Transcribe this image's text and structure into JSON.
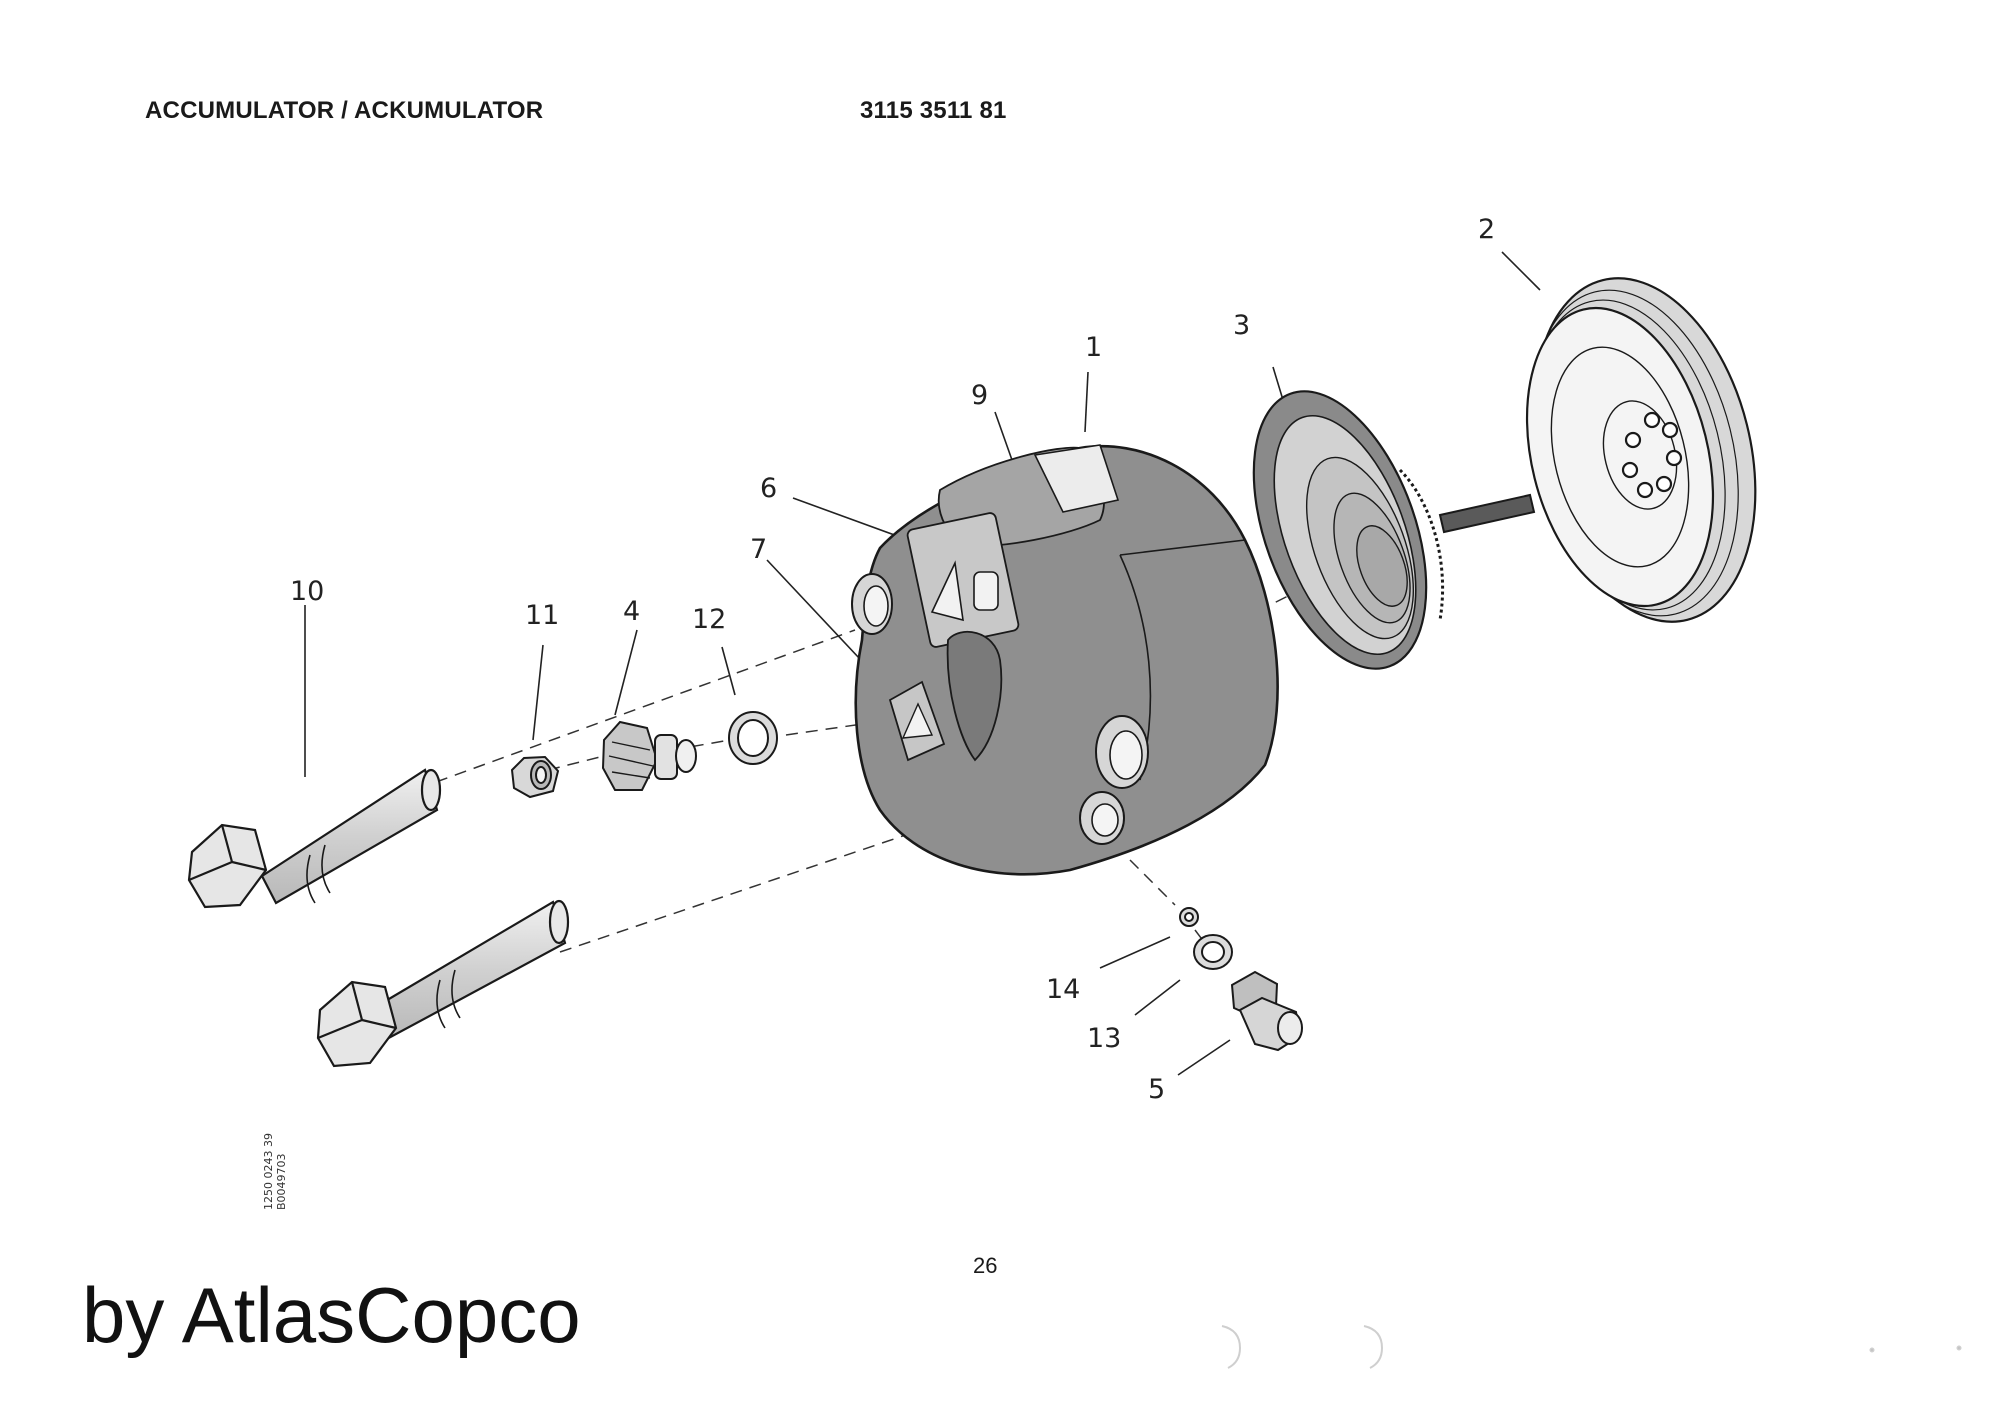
{
  "header": {
    "title": "ACCUMULATOR / ACKUMULATOR",
    "part_number": "3115 3511 81"
  },
  "callouts": [
    {
      "id": "c1",
      "label": "1"
    },
    {
      "id": "c2",
      "label": "2"
    },
    {
      "id": "c3",
      "label": "3"
    },
    {
      "id": "c4",
      "label": "4"
    },
    {
      "id": "c5",
      "label": "5"
    },
    {
      "id": "c6",
      "label": "6"
    },
    {
      "id": "c7",
      "label": "7"
    },
    {
      "id": "c9",
      "label": "9"
    },
    {
      "id": "c10",
      "label": "10"
    },
    {
      "id": "c11",
      "label": "11"
    },
    {
      "id": "c12",
      "label": "12"
    },
    {
      "id": "c13",
      "label": "13"
    },
    {
      "id": "c14",
      "label": "14"
    }
  ],
  "reference": {
    "line1": "1250 0243 39",
    "line2": "B0049703"
  },
  "footer": {
    "page_number": "26",
    "brand": "by AtlasCopco"
  },
  "colors": {
    "body_fill": "#8f8f8f",
    "light_fill": "#d4d4d4",
    "outline": "#1a1a1a"
  }
}
